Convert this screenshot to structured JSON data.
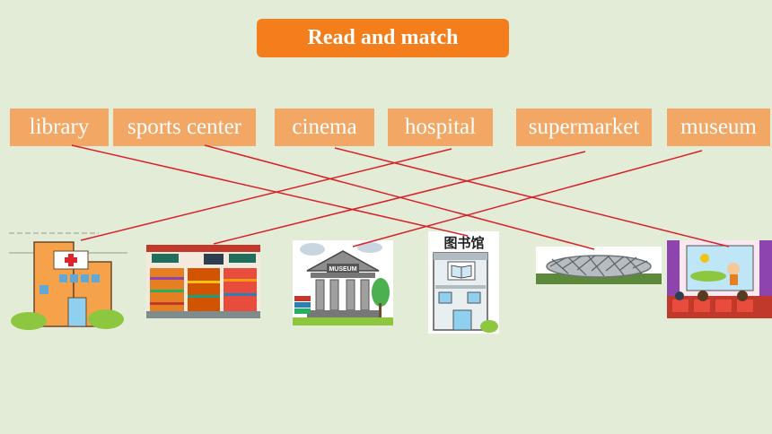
{
  "title": "Read and match",
  "words": [
    "library",
    "sports center",
    "cinema",
    "hospital",
    "supermarket",
    "museum"
  ],
  "pictures": [
    "hospital",
    "supermarket",
    "museum",
    "library",
    "sports center",
    "cinema"
  ],
  "library_sign": "图书馆",
  "museum_sign": "MUSEUM",
  "colors": {
    "title_bg": "#f57e1c",
    "word_bg": "#f2a765",
    "line": "#d9202a",
    "background": "#e2ecd6"
  }
}
